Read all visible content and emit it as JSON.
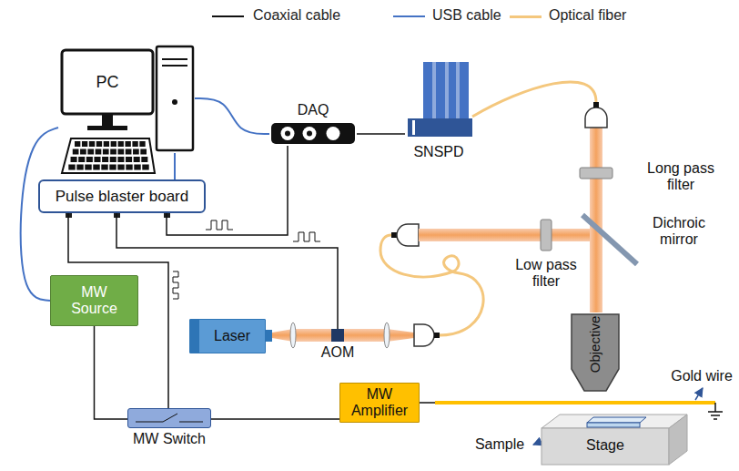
{
  "diagram": {
    "nodes": [
      {
        "text": [
          "PC"
        ]
      },
      {
        "text": [
          "DAQ"
        ]
      },
      {
        "text": [
          "SNSPD"
        ]
      },
      {
        "text": [
          "Pulse blaster board"
        ]
      },
      {
        "text": [
          "MW Source"
        ]
      },
      {
        "text": [
          "Laser"
        ]
      },
      {
        "text": [
          "AOM"
        ]
      },
      {
        "text": [
          "MW Switch"
        ]
      },
      {
        "text": [
          "MW Amplifier"
        ]
      },
      {
        "text": [
          "Objective"
        ]
      },
      {
        "text": [
          "Stage"
        ]
      }
    ],
    "edges": [
      {
        "from": 0,
        "to": 1,
        "arrow": "none"
      },
      {
        "from": 0,
        "to": 3,
        "arrow": "none"
      },
      {
        "from": 0,
        "to": 4,
        "arrow": "none"
      },
      {
        "from": 1,
        "to": 2,
        "arrow": "none"
      },
      {
        "from": 3,
        "to": 1,
        "arrow": "none"
      },
      {
        "from": 3,
        "to": 6,
        "arrow": "none"
      },
      {
        "from": 3,
        "to": 7,
        "arrow": "none"
      },
      {
        "from": 4,
        "to": 7,
        "arrow": "none"
      },
      {
        "from": 7,
        "to": 8,
        "arrow": "none"
      }
    ],
    "labels": [
      "Long pass filter",
      "Dichroic mirror",
      "Low pass filter",
      "Sample",
      "Gold wire"
    ],
    "legend": [
      {
        "text": "Coaxial cable"
      },
      {
        "text": "USB cable"
      },
      {
        "text": "Optical fiber"
      }
    ]
  }
}
